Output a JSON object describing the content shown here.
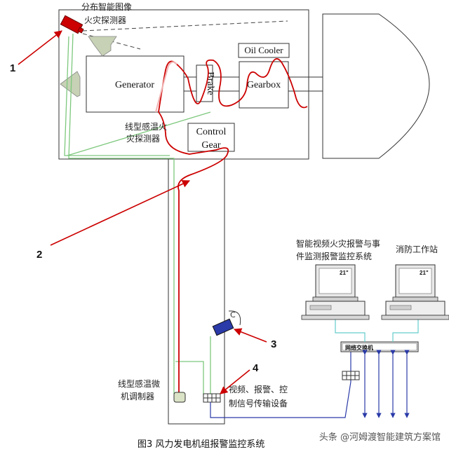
{
  "labels": {
    "camera_detector": [
      "分布智能图像",
      "火灾探测器"
    ],
    "oil_cooler": "Oil Cooler",
    "generator": "Generator",
    "brake": "Brake",
    "gearbox": "Gearbox",
    "linear_detector": [
      "线型感温火",
      "灾探测器"
    ],
    "control_gear": [
      "Control",
      "Gear"
    ],
    "system_left": [
      "智能视频火灾报警与事",
      "件监测报警监控系统"
    ],
    "system_right": "消防工作站",
    "monitor_text": "21\"",
    "switch": "网络交换机",
    "modulator": [
      "线型感温微",
      "机调制器"
    ],
    "transmission": [
      "视频、报警、控",
      "制信号传输设备"
    ]
  },
  "numbers": [
    "1",
    "2",
    "3",
    "4"
  ],
  "caption": "图3   风力发电机组报警监控系统",
  "watermark": "头条 @河姆渡智能建筑方案馆",
  "colors": {
    "red": "#cc0000",
    "green": "#7dc87d",
    "blue": "#2a3aa8",
    "cyan": "#66cccc",
    "cone": "#c7d1b5"
  }
}
